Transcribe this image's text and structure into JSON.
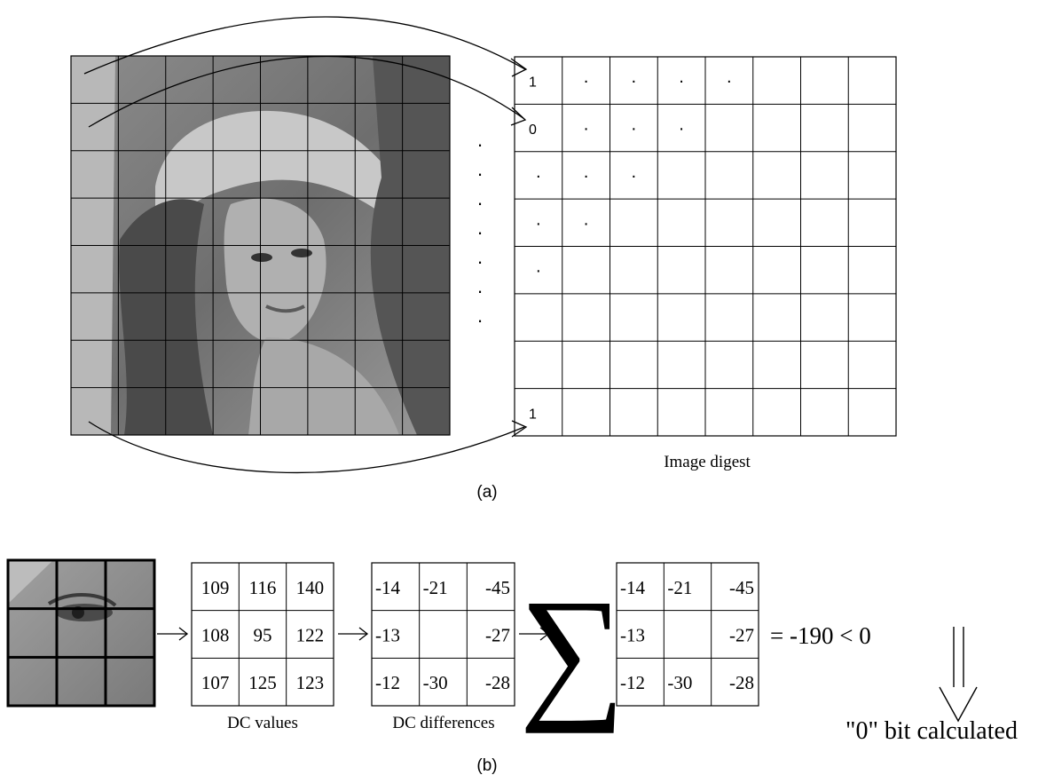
{
  "figure": {
    "part_a": {
      "caption": "(a)",
      "digest_label": "Image digest",
      "digest_cells": [
        [
          "1",
          "·",
          "·",
          "·",
          "·",
          "",
          "",
          ""
        ],
        [
          "0",
          "·",
          "·",
          "·",
          "",
          "",
          "",
          ""
        ],
        [
          "·",
          "·",
          "·",
          "",
          "",
          "",
          "",
          ""
        ],
        [
          "·",
          "·",
          "",
          "",
          "",
          "",
          "",
          ""
        ],
        [
          "·",
          "",
          "",
          "",
          "",
          "",
          "",
          ""
        ],
        [
          "",
          "",
          "",
          "",
          "",
          "",
          "",
          ""
        ],
        [
          "",
          "",
          "",
          "",
          "",
          "",
          "",
          ""
        ],
        [
          "1",
          "",
          "",
          "",
          "",
          "",
          "",
          ""
        ]
      ],
      "vertical_dots": [
        "·",
        "·",
        "·",
        "·",
        "·",
        "·",
        "·"
      ]
    },
    "part_b": {
      "caption": "(b)",
      "dc_values": [
        [
          "109",
          "116",
          "140"
        ],
        [
          "108",
          "95",
          "122"
        ],
        [
          "107",
          "125",
          "123"
        ]
      ],
      "dc_values_label": "DC values",
      "dc_differences": [
        [
          "-14",
          "-21",
          "-45"
        ],
        [
          "-13",
          "",
          "-27"
        ],
        [
          "-12",
          "-30",
          "-28"
        ]
      ],
      "dc_differences_label": "DC differences",
      "sum_symbol": "∑",
      "sum_matrix": [
        [
          "-14",
          "-21",
          "-45"
        ],
        [
          "-13",
          "",
          "-27"
        ],
        [
          "-12",
          "-30",
          "-28"
        ]
      ],
      "result": "= -190 < 0",
      "bit_label": "\"0\" bit calculated"
    }
  },
  "colors": {
    "line": "#000000",
    "background": "#ffffff"
  }
}
